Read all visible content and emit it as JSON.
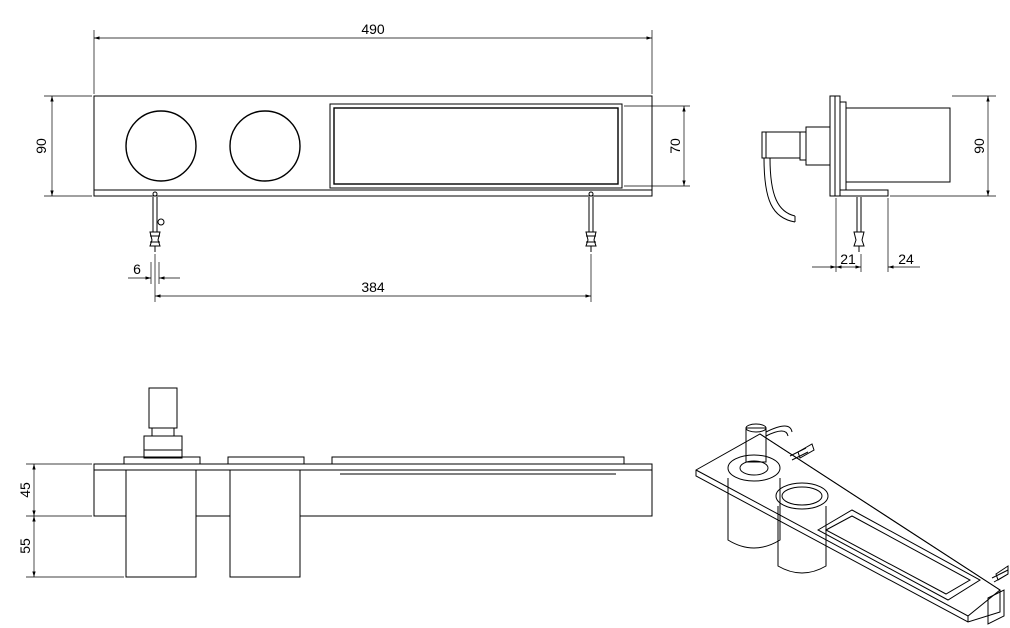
{
  "dimensions": {
    "front_width": "490",
    "front_height_left": "90",
    "tray_height": "70",
    "fixing_spacing": "384",
    "fixing_offset": "6",
    "side_height": "90",
    "side_depth_a": "21",
    "side_depth_b": "24",
    "bottom_upper": "45",
    "bottom_lower": "55"
  },
  "colors": {
    "line": "#000000",
    "background": "#ffffff"
  }
}
